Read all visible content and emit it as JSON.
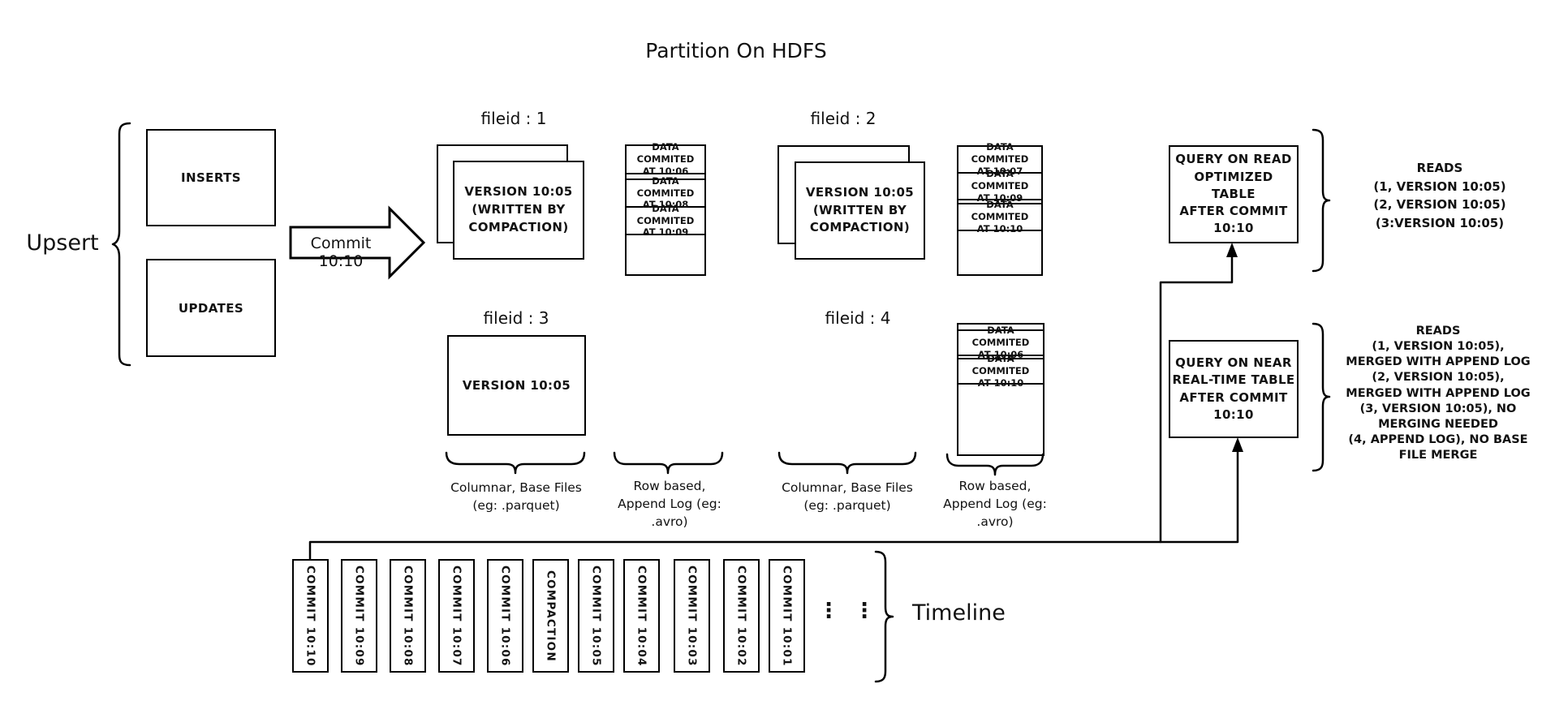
{
  "title": "Partition On HDFS",
  "upsert": {
    "label": "Upsert",
    "inserts": "INSERTS",
    "updates": "UPDATES",
    "arrow_label": "Commit 10:10"
  },
  "files": {
    "f1": {
      "label": "fileid : 1",
      "version": "VERSION 10:05\n(WRITTEN BY\nCOMPACTION)",
      "log": [
        "DATA COMMITED\nAT 10:06",
        "DATA COMMITED\nAT 10:08",
        "DATA COMMITED\nAT 10:09"
      ]
    },
    "f2": {
      "label": "fileid : 2",
      "version": "VERSION 10:05\n(WRITTEN BY\nCOMPACTION)",
      "log": [
        "DATA COMMITED\nAT 10:07",
        "DATA COMMITED\nAT 10:09",
        "DATA COMMITED\nAT 10:10"
      ]
    },
    "f3": {
      "label": "fileid : 3",
      "version": "VERSION 10:05"
    },
    "f4": {
      "label": "fileid : 4",
      "log": [
        "DATA COMMITED\nAT 10:06",
        "DATA COMMITED\nAT 10:10"
      ]
    }
  },
  "captions": {
    "columnar": "Columnar, Base Files\n(eg: .parquet)",
    "row_based": "Row based,\nAppend Log  (eg:\n.avro)"
  },
  "queries": {
    "read_optimized": {
      "box": "QUERY ON READ\nOPTIMIZED TABLE\nAFTER COMMIT\n10:10",
      "reads": "READS\n(1, VERSION 10:05)\n(2, VERSION 10:05)\n(3:VERSION 10:05)"
    },
    "near_real_time": {
      "box": "QUERY ON NEAR\nREAL-TIME TABLE\nAFTER COMMIT\n10:10",
      "reads": "READS\n(1, VERSION 10:05),\nMERGED WITH APPEND LOG\n(2, VERSION 10:05),\nMERGED WITH APPEND LOG\n(3, VERSION 10:05), NO\nMERGING NEEDED\n(4, APPEND LOG), NO BASE\nFILE MERGE"
    }
  },
  "timeline": {
    "label": "Timeline",
    "ellipsis": "⋮",
    "items": [
      "COMMIT 10:10",
      "COMMIT 10:09",
      "COMMIT 10:08",
      "COMMIT 10:07",
      "COMMIT 10:06",
      "COMPACTION",
      "COMMIT 10:05",
      "COMMIT 10:04",
      "COMMIT 10:03",
      "COMMIT 10:02",
      "COMMIT 10:01"
    ]
  }
}
